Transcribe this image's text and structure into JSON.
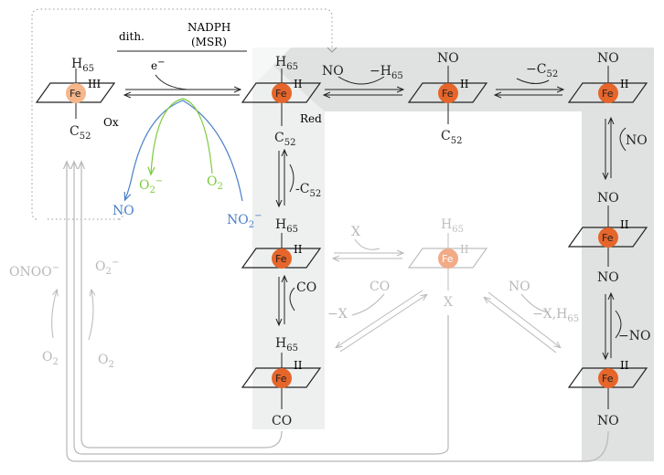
{
  "fe_label": "Fe",
  "ox": {
    "axial_top": "H",
    "axial_top_sub": "65",
    "ox_state": "III",
    "axial_bottom": "C",
    "axial_bottom_sub": "52",
    "tag": "Ox"
  },
  "reductants": {
    "dith": "dith.",
    "nadph": "NADPH",
    "msr": "(MSR)",
    "electron": "e",
    "electron_sup": "−"
  },
  "red": {
    "axial_top": "H",
    "axial_top_sub": "65",
    "ox_state": "II",
    "axial_bottom": "C",
    "axial_bottom_sub": "52",
    "tag": "Red"
  },
  "products": {
    "no": "NO",
    "o2m": "O",
    "o2m_sub": "2",
    "o2m_sup": "−",
    "o2": "O",
    "o2_sub": "2",
    "no2": "NO",
    "no2_sub": "2",
    "no2_sup": "−"
  },
  "step_no_h65": {
    "no": "NO",
    "minus_h": "−H",
    "minus_h_sub": "65"
  },
  "nitrosyl_c52": {
    "axial_top": "NO",
    "ox_state": "II",
    "axial_bottom": "C",
    "axial_bottom_sub": "52"
  },
  "step_minus_c52": {
    "text": "−C",
    "sub": "52"
  },
  "nitrosyl_5c": {
    "axial_top": "NO",
    "ox_state": "II"
  },
  "step_plus_no": {
    "text": "NO"
  },
  "dinitrosyl": {
    "axial_top": "NO",
    "ox_state": "II",
    "axial_bottom": "NO"
  },
  "step_minus_no": {
    "text": "−NO"
  },
  "nitrosyl_5c_bottom": {
    "ox_state": "II",
    "axial_bottom": "NO"
  },
  "step_minus_c52_vert": {
    "text": "-C",
    "sub": "52"
  },
  "h65_only": {
    "axial_top": "H",
    "axial_top_sub": "65",
    "ox_state": "II"
  },
  "step_co": {
    "text": "CO"
  },
  "carbonyl": {
    "axial_top": "H",
    "axial_top_sub": "65",
    "ox_state": "II",
    "axial_bottom": "CO"
  },
  "x_complex": {
    "axial_top": "H",
    "axial_top_sub": "65",
    "ox_state": "II",
    "axial_bottom": "X",
    "step_x": "X",
    "step_co": "CO",
    "step_minus_x": "−X",
    "step_no": "NO",
    "step_minus_x_h": "−X,H",
    "step_minus_x_h_sub": "65"
  },
  "peroxy": {
    "onoo": "ONOO",
    "onoo_sup": "−",
    "o2m": "O",
    "o2m_sub": "2",
    "o2m_sup": "−",
    "o2a": "O",
    "o2a_sub": "2",
    "o2b": "O",
    "o2b_sub": "2"
  },
  "colors": {
    "fe_ox": "#f5b68a",
    "fe_red": "#e5652a",
    "fe_gray": "#f0a27a",
    "panel": "#e0e2e1",
    "panel_light": "#edf0ef",
    "blue": "#4a7fc7",
    "green": "#7ccc3c",
    "gray": "#b8b8b8"
  }
}
